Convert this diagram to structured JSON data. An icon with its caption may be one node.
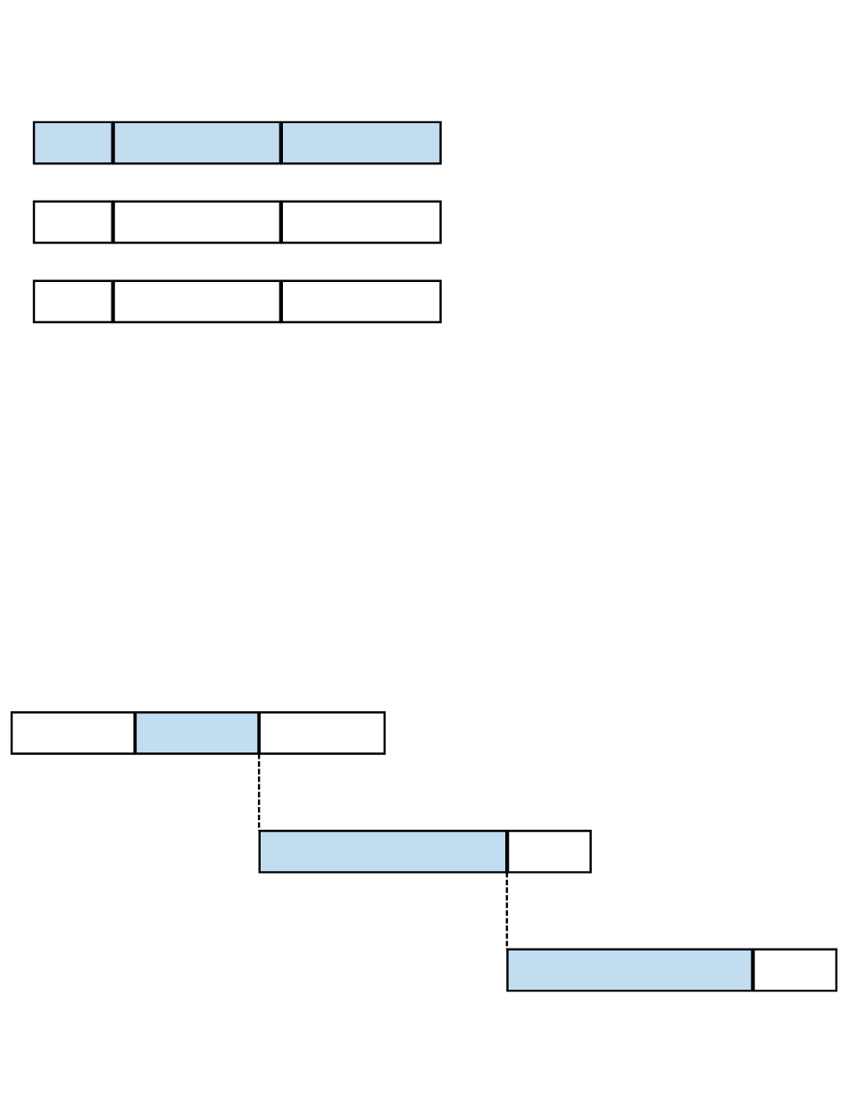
{
  "diagram": {
    "nodes": [
      {
        "text": [],
        "shape": "box"
      },
      {
        "text": [],
        "shape": "box"
      },
      {
        "text": [],
        "shape": "box"
      },
      {
        "text": [],
        "shape": "box"
      },
      {
        "text": [],
        "shape": "box"
      },
      {
        "text": [],
        "shape": "box"
      },
      {
        "text": [],
        "shape": "box"
      },
      {
        "text": [],
        "shape": "box"
      },
      {
        "text": [],
        "shape": "box"
      },
      {
        "text": [],
        "shape": "box"
      },
      {
        "text": [],
        "shape": "box"
      },
      {
        "text": [],
        "shape": "box"
      },
      {
        "text": [],
        "shape": "box"
      },
      {
        "text": [],
        "shape": "box"
      },
      {
        "text": [],
        "shape": "box"
      },
      {
        "text": [],
        "shape": "box"
      }
    ],
    "edges": [
      {
        "from": 10,
        "to": 12,
        "arrow": "none",
        "style": "dashed"
      },
      {
        "from": 12,
        "to": 14,
        "arrow": "none",
        "style": "dashed"
      }
    ]
  }
}
